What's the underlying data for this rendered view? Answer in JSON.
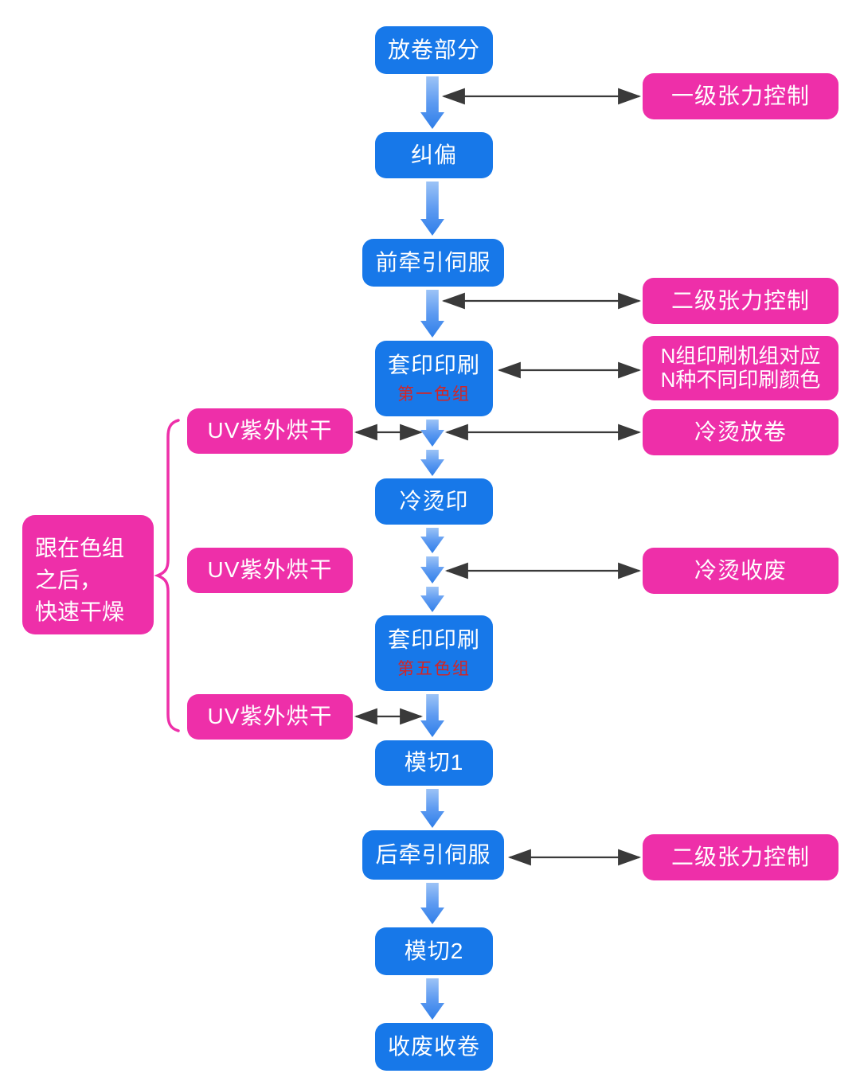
{
  "colors": {
    "node_blue": "#1778e9",
    "node_magenta": "#ee2fa9",
    "sublabel_red": "#d42424",
    "connector_dark": "#3a3a3a",
    "flow_arrow_top": "#9cc3f6",
    "flow_arrow_bottom": "#2e7ee9",
    "background": "#ffffff"
  },
  "nodes": {
    "unwind": "放卷部分",
    "correction": "纠偏",
    "front_traction": "前牵引伺服",
    "overprint_first": {
      "label": "套印印刷",
      "sublabel": "第一色组"
    },
    "cold_foil": "冷烫印",
    "overprint_fifth": {
      "label": "套印印刷",
      "sublabel": "第五色组"
    },
    "die_cut_1": "模切1",
    "rear_traction": "后牵引伺服",
    "die_cut_2": "模切2",
    "waste_rewind": "收废收卷",
    "tension_level_1": "一级张力控制",
    "tension_level_2_front": "二级张力控制",
    "n_groups": {
      "line1": "N组印刷机组对应",
      "line2": "N种不同印刷颜色"
    },
    "cold_foil_unwind": "冷烫放卷",
    "cold_foil_waste": "冷烫收废",
    "tension_level_2_rear": "二级张力控制",
    "uv_dry_1": "UV紫外烘干",
    "uv_dry_2": "UV紫外烘干",
    "uv_dry_3": "UV紫外烘干",
    "brace_note": {
      "line1": "跟在色组",
      "line2": "之后，",
      "line3": "快速干燥"
    }
  }
}
